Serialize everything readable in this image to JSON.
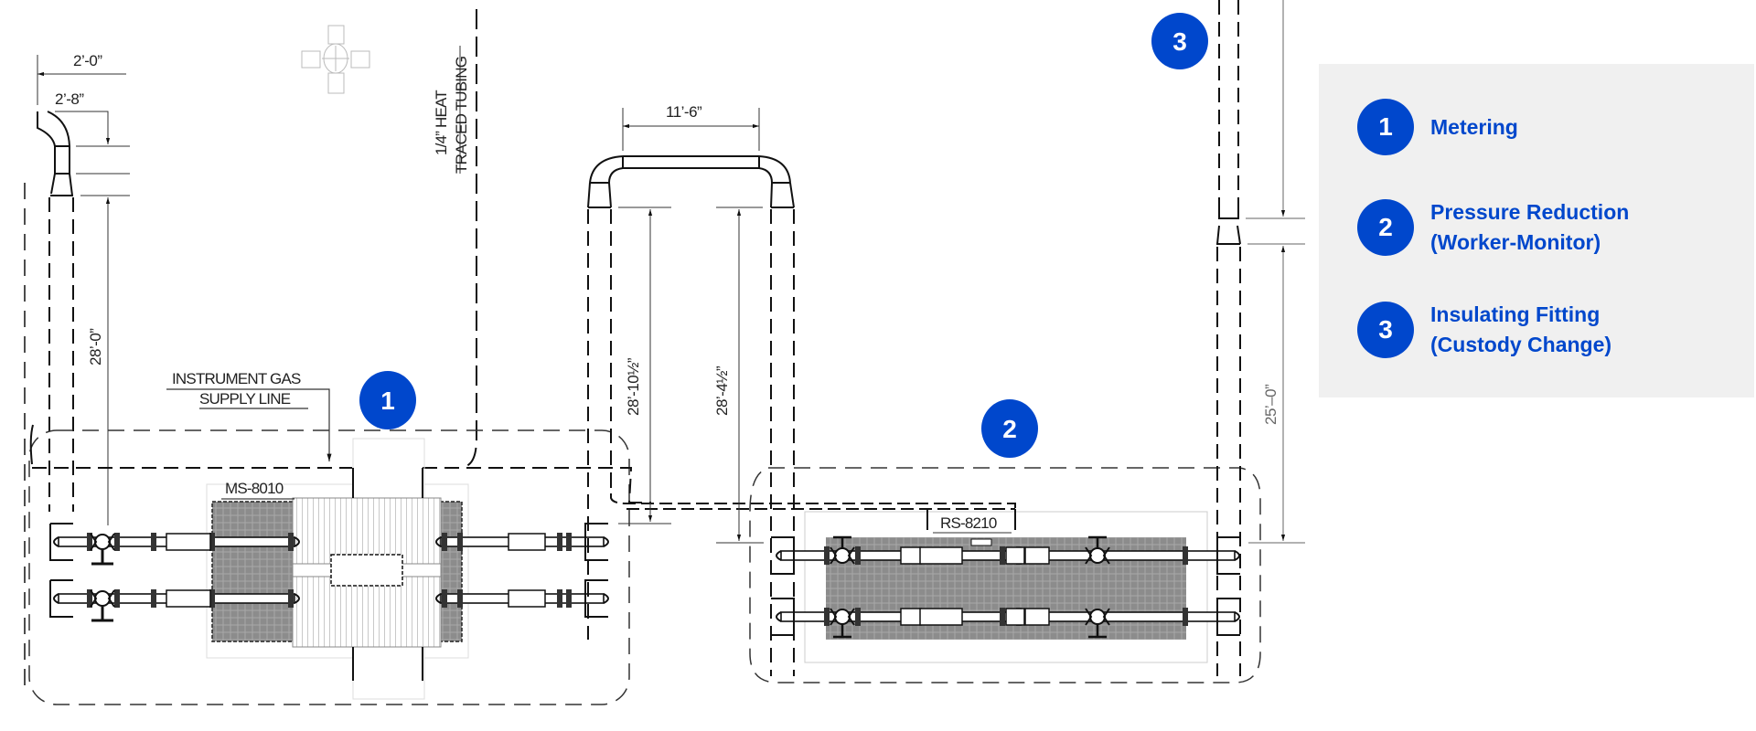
{
  "colors": {
    "accent": "#0047cc",
    "legend_bg": "#f0f0f0",
    "grating": "#8c8c8c"
  },
  "dimensions": {
    "left_offset_1": "2’-0”",
    "left_offset_2": "2’-8”",
    "left_riser": "28’-0”",
    "loop_width": "11’-6”",
    "loop_left_riser": "28’-10½”",
    "loop_right_riser": "28’-4½”",
    "right_riser": "25’–0”"
  },
  "labels": {
    "heat_traced_1": "1/4” HEAT",
    "heat_traced_2": "TRACED TUBING",
    "instrument_gas_1": "INSTRUMENT GAS",
    "instrument_gas_2": "SUPPLY LINE",
    "metering_skid": "MS-8010",
    "regulator_skid": "RS-8210"
  },
  "markers": [
    {
      "number": "1",
      "label": "Metering"
    },
    {
      "number": "2",
      "label": "Pressure Reduction",
      "label2": "(Worker-Monitor)"
    },
    {
      "number": "3",
      "label": "Insulating Fitting",
      "label2": "(Custody Change)"
    }
  ]
}
